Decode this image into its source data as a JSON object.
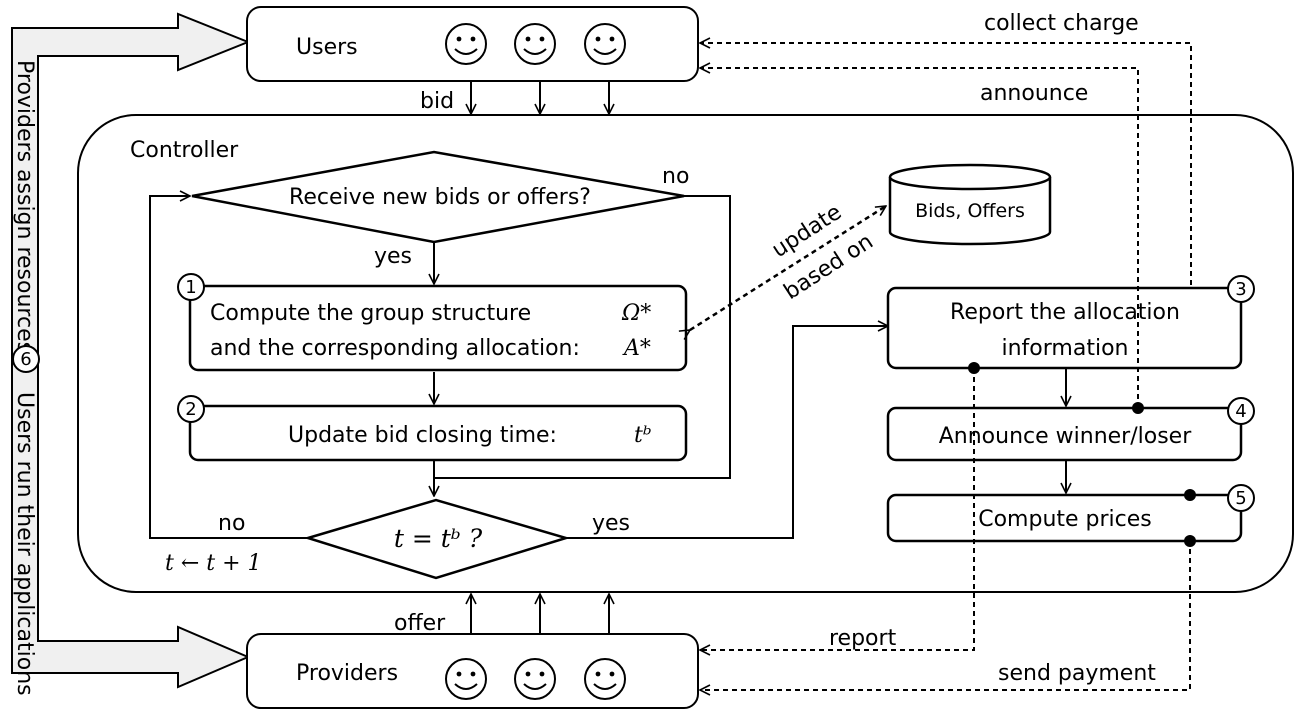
{
  "users": {
    "label": "Users",
    "bid": "bid"
  },
  "providers": {
    "label": "Providers",
    "offer": "offer"
  },
  "controller": {
    "label": "Controller"
  },
  "side_left": {
    "top": "Providers assign resources",
    "step": "6",
    "bottom": "Users run their applications"
  },
  "flow": {
    "decision1": "Receive new bids or offers?",
    "no1": "no",
    "yes1": "yes",
    "step1_num": "1",
    "step1_line1": "Compute the group structure",
    "step1_line2": "and the corresponding allocation:",
    "step1_sym1": "Ω*",
    "step1_sym2": "A*",
    "step2_num": "2",
    "step2_text": "Update bid closing time:",
    "step2_sym": "tᵇ",
    "decision2": "t = tᵇ ?",
    "no2": "no",
    "yes2": "yes",
    "increment": "t ← t + 1"
  },
  "database": {
    "label": "Bids, Offers",
    "update": "update",
    "based_on": "based on"
  },
  "right": {
    "step3_num": "3",
    "step3_line1": "Report the allocation",
    "step3_line2": "information",
    "step4_num": "4",
    "step4_text": "Announce winner/loser",
    "step5_num": "5",
    "step5_text": "Compute prices"
  },
  "edges": {
    "collect_charge": "collect charge",
    "announce": "announce",
    "report": "report",
    "send_payment": "send payment"
  }
}
